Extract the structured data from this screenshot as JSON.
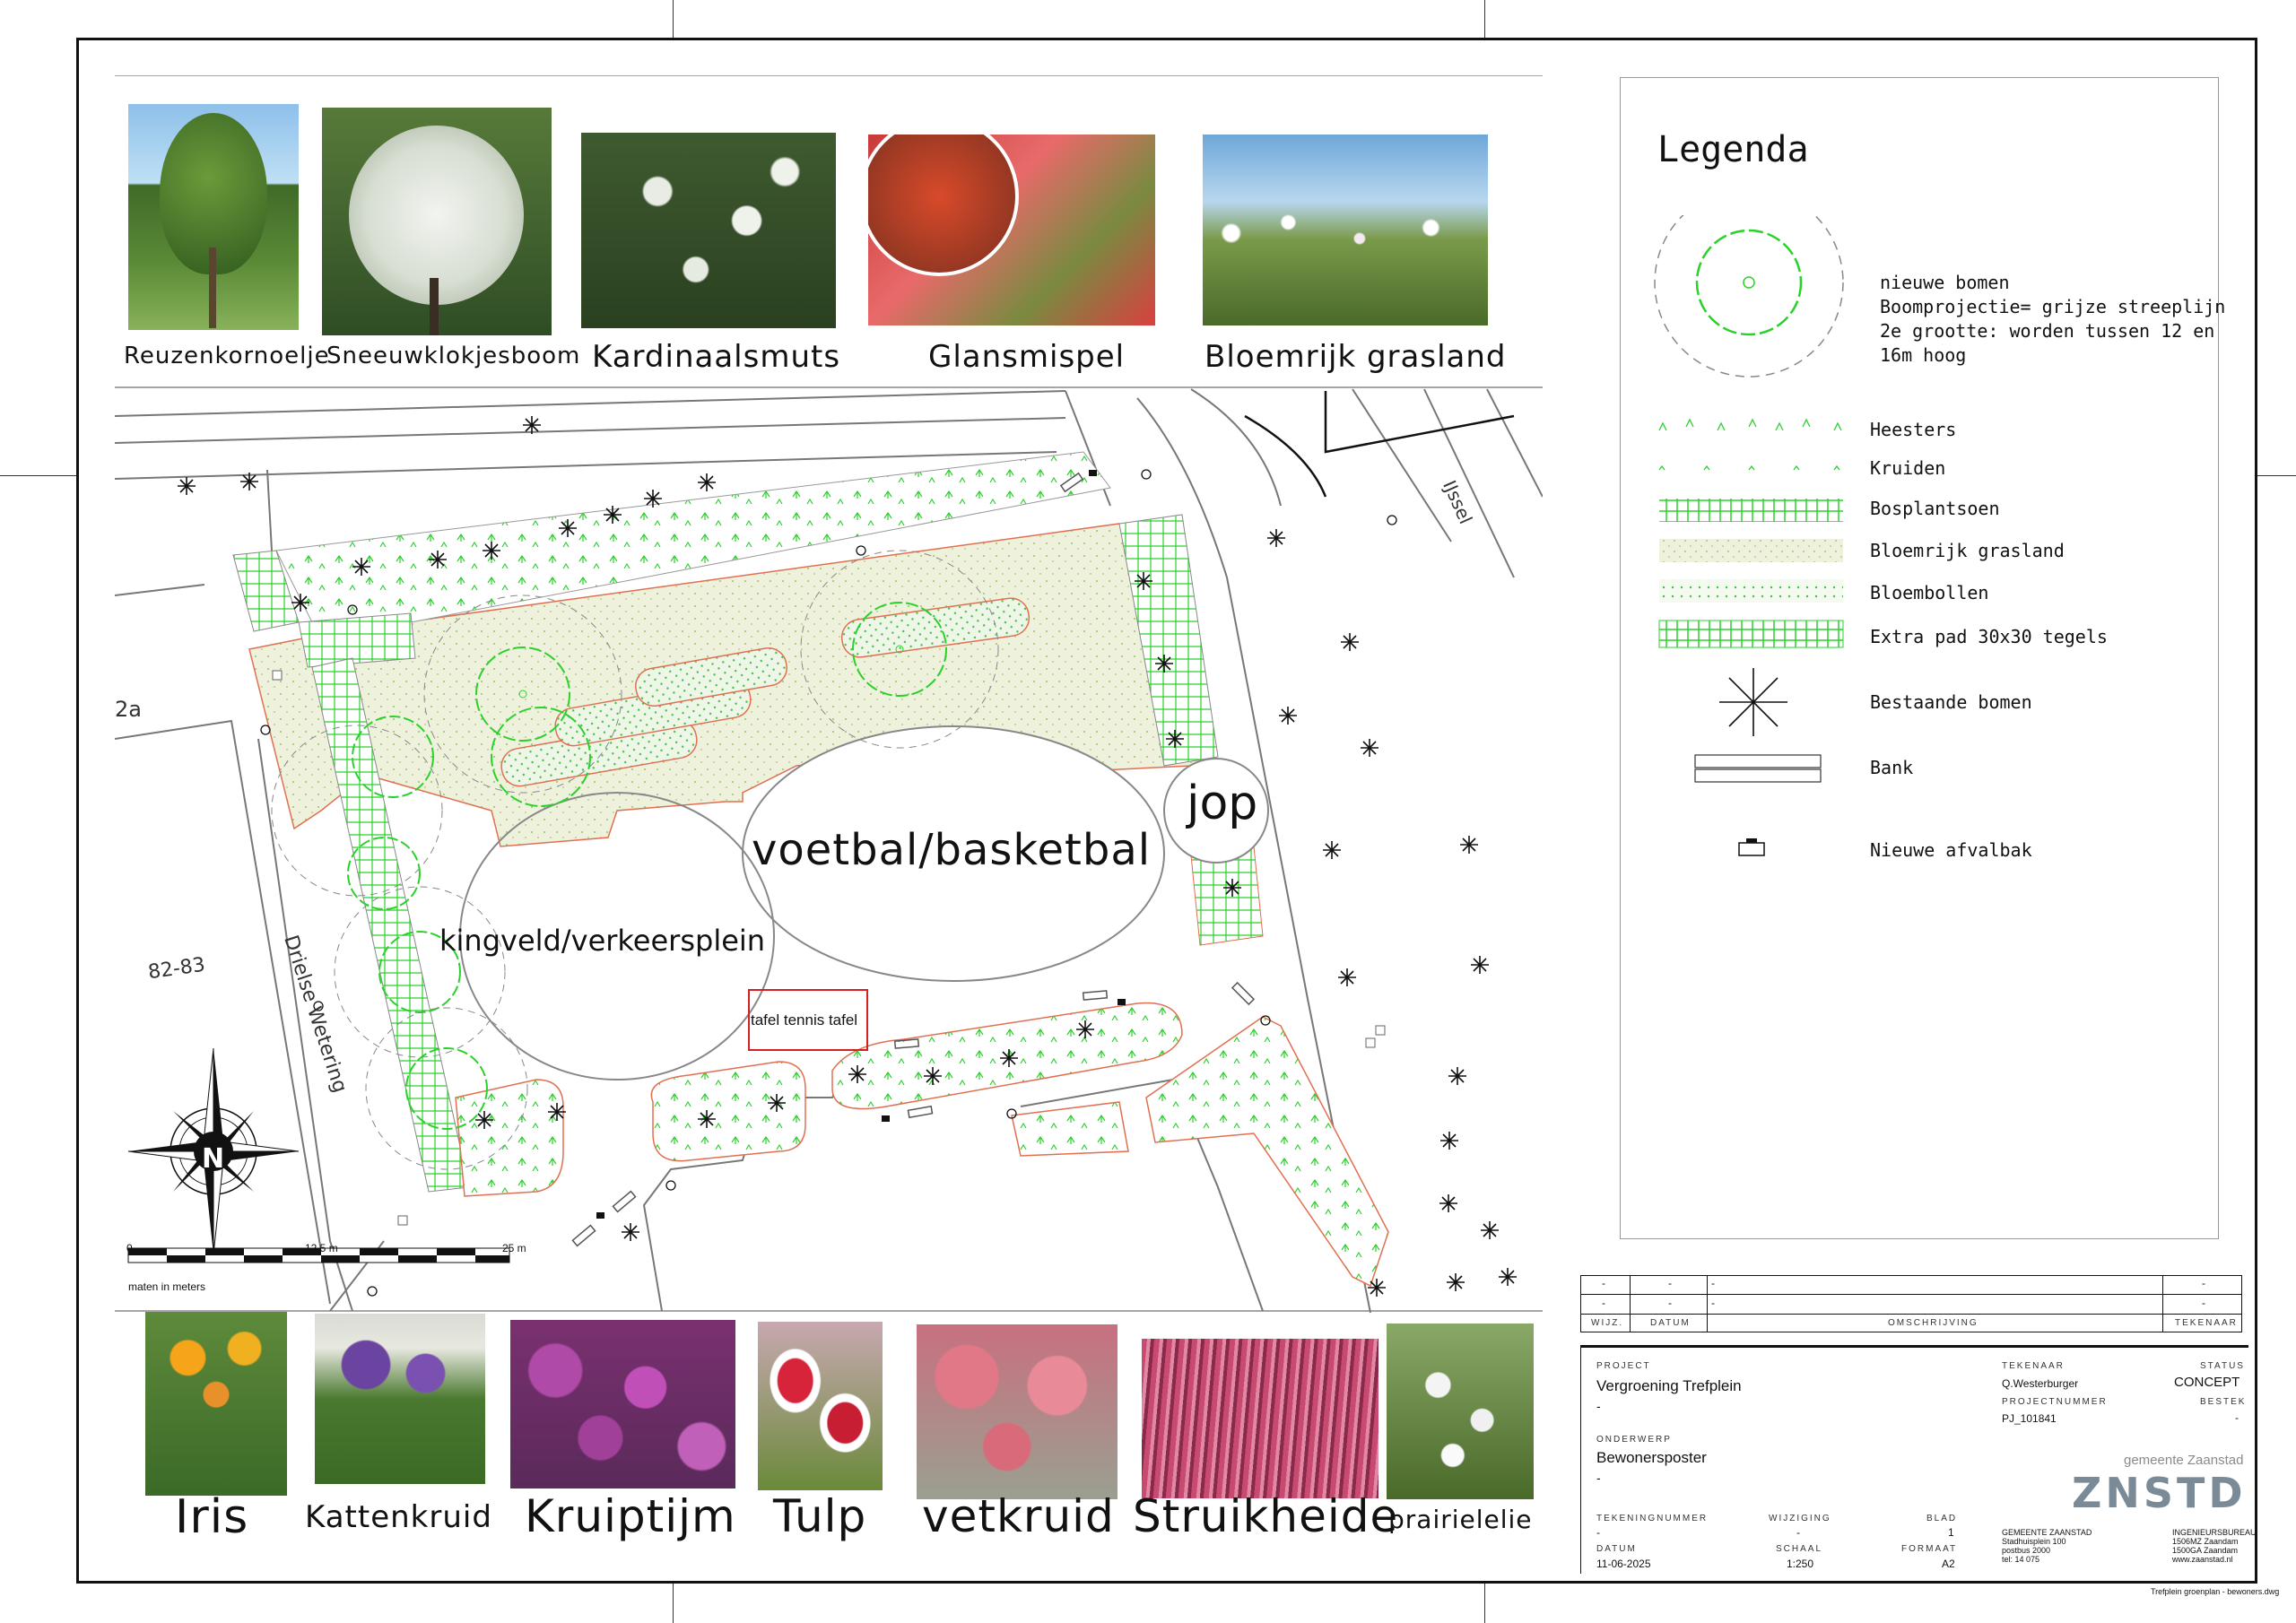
{
  "top_photos": [
    {
      "label": "Reuzenkornoelje",
      "icon": "tree-photo"
    },
    {
      "label": "Sneeuwklokjesboom",
      "icon": "white-blossom-tree-photo"
    },
    {
      "label": "Kardinaalsmuts",
      "icon": "white-shrub-photo"
    },
    {
      "label": "Glansmispel",
      "icon": "red-shrub-photo"
    },
    {
      "label": "Bloemrijk grasland",
      "icon": "wildflower-meadow-photo"
    }
  ],
  "bottom_photos": [
    {
      "label": "Iris",
      "icon": "iris-photo"
    },
    {
      "label": "Kattenkruid",
      "icon": "catmint-photo"
    },
    {
      "label": "Kruiptijm",
      "icon": "thyme-photo"
    },
    {
      "label": "Tulp",
      "icon": "tulip-photo"
    },
    {
      "label": "vetkruid",
      "icon": "sedum-photo"
    },
    {
      "label": "Struikheide",
      "icon": "heather-photo"
    },
    {
      "label": "prairielelie",
      "icon": "camassia-photo"
    }
  ],
  "map": {
    "label_voetbal": "voetbal/basketbal",
    "label_jop": "jop",
    "label_kingveld": "kingveld/verkeersplein",
    "label_tafel": "tafel tennis tafel",
    "label_street": "Drielse Wetering",
    "label_ijssel": "IJssel",
    "label_house_a": "2a",
    "label_house_b": "82-83",
    "scale_0": "0",
    "scale_mid": "12,5 m",
    "scale_end": "25 m",
    "scale_caption": "maten in meters",
    "compass": "N"
  },
  "legend": {
    "title": "Legenda",
    "tree_lines": [
      "nieuwe bomen",
      "Boomprojectie= grijze streeplijn",
      "2e grootte: worden tussen 12 en",
      "16m hoog"
    ],
    "items": [
      "Heesters",
      "Kruiden",
      "Bosplantsoen",
      "Bloemrijk grasland",
      "Bloembollen",
      "Extra pad 30x30 tegels",
      "Bestaande bomen",
      "Bank",
      "Nieuwe afvalbak"
    ]
  },
  "revisions": {
    "rows": [
      [
        "-",
        "-",
        "-",
        "-"
      ],
      [
        "-",
        "-",
        "-",
        "-"
      ]
    ],
    "headers": [
      "WIJZ.",
      "DATUM",
      "OMSCHRIJVING",
      "TEKENAAR"
    ]
  },
  "titleblock": {
    "project_label": "PROJECT",
    "project": "Vergroening Trefplein",
    "project_sub": "-",
    "tekenaar_label": "TEKENAAR",
    "tekenaar": "Q.Westerburger",
    "status_label": "STATUS",
    "status": "CONCEPT",
    "projectnummer_label": "PROJECTNUMMER",
    "projectnummer": "PJ_101841",
    "bestek_label": "BESTEK",
    "bestek": "-",
    "onderwerp_label": "ONDERWERP",
    "onderwerp": "Bewonersposter",
    "onderwerp_sub": "-",
    "org": "gemeente Zaanstad",
    "logo": "ZNSTD",
    "tekeningnummer_label": "TEKENINGNUMMER",
    "tekeningnummer": "-",
    "wijziging_label": "WIJZIGING",
    "wijziging": "-",
    "blad_label": "BLAD",
    "blad": "1",
    "datum_label": "DATUM",
    "datum": "11-06-2025",
    "schaal_label": "SCHAAL",
    "schaal": "1:250",
    "formaat_label": "FORMAAT",
    "formaat": "A2",
    "address_left": [
      "GEMEENTE ZAANSTAD",
      "Stadhuisplein 100",
      "postbus 2000",
      "tel: 14 075"
    ],
    "address_right": [
      "INGENIEURSBUREAU",
      "1506MZ Zaandam",
      "1500GA Zaandam",
      "www.zaanstad.nl"
    ],
    "filename": "Trefplein groenplan - bewoners.dwg"
  },
  "colors": {
    "green": "#2bd12b",
    "orange": "#e07050",
    "meadow": "#eef2dc",
    "red_box": "#d42020"
  }
}
